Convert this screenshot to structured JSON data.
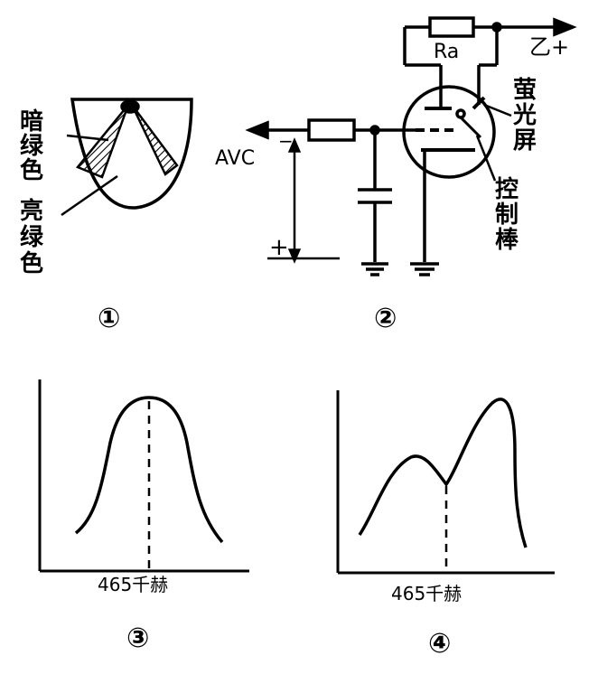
{
  "fig1": {
    "label_dark_green": [
      "暗",
      "绿",
      "色"
    ],
    "label_bright_green": [
      "亮",
      "绿",
      "色"
    ],
    "number": "①"
  },
  "fig2": {
    "label_avc": "AVC",
    "label_minus": "−",
    "label_plus": "+",
    "label_ra": "Ra",
    "label_b_plus": "乙+",
    "label_screen": [
      "萤",
      "光",
      "屏"
    ],
    "label_control_rod": [
      "控",
      "制",
      "棒"
    ],
    "number": "②"
  },
  "fig3": {
    "x_label": "465千赫",
    "number": "③"
  },
  "fig4": {
    "x_label": "465千赫",
    "number": "④"
  }
}
